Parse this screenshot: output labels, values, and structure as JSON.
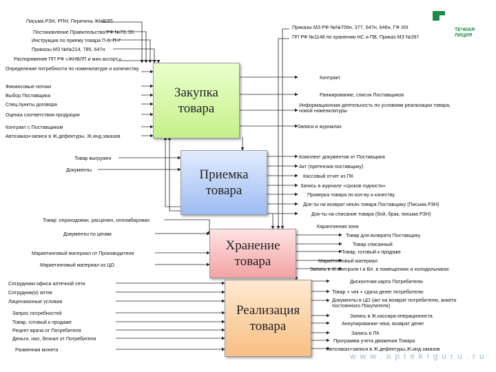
{
  "boxes": {
    "purchase": "Закупка\nтовара",
    "receiving": "Приемка\nтовара",
    "storage": "Хранение\nтовара",
    "sales": "Реализация\nтовара"
  },
  "top_left": [
    "Письма РЗН, РПН; Перечень ЖНВЛП",
    "Постановление Правительства РФ №73, 55",
    "Инструкция по приему товара П-6, П-7",
    "Приказы МЗ №№214, 785, 647н",
    "Распоряжение ПП РФ «ЖНВЛП и мин.ассорт.»"
  ],
  "top_right": [
    "Приказы МЗ РФ №№706н, 377, 647н, 646н, ГФ XIII",
    "ПП РФ №1148 по хранению НС и ПВ, Приказ МЗ №397"
  ],
  "left_purchase": [
    "Определение потребности по номенклатуре и количеству",
    "Финансовые потоки",
    "Выбор Поставщика",
    "Спец.пункты договора",
    "Оценка соответствия продукции",
    "Контракт с Поставщиком",
    "Автозаказ+записи в Ж.дефектуры, Ж.инд.заказов"
  ],
  "left_receiving": [
    "Товар выгружен",
    "Документы"
  ],
  "left_storage": [
    "Товар: оприходован, расценен, опломбирован",
    "Документы по ценам",
    "Маркетинговый материал от Производителя",
    "Маркетинговый материал из ЦО"
  ],
  "left_sales": [
    "Сотрудники офиса аптечной сети",
    "Сотрудник(и) аптек",
    "Лицензионные условия",
    "Запрос потребностей",
    "Товар, готовый к продаже",
    "Рецепт врача от Потребителя",
    "Деньги, нал, безнал от Потребителя",
    "Разменная монета"
  ],
  "right_purchase": [
    "Контракт",
    "Ранжирование, список Поставщиков",
    "Информационная деятельность по условиям реализации товара, новой номенклатуры",
    "Записи в журналах"
  ],
  "right_receiving": [
    "Комплект документов от Поставщика",
    "Акт (претензия поставщику)",
    "Кассовый отчет из ПК",
    "Запись в журнале «сроков годности»",
    "Проверка товара по кол-ву и качеству",
    "Док-ты на возврат некач.товара Поставщику (Письма РЗН)",
    "Док-ты на списание товара (бой, брак, письма РЗН)"
  ],
  "right_storage": [
    "Карантинная зона",
    "Товар для возврата Поставщику",
    "Товар списанный",
    "Товар, готовый к продаже",
    "Маркетинговый материал",
    "Запись в Ж.контроля t и Вл. в помещениях и холодильниках"
  ],
  "right_sales": [
    "Дисконтная карта Потребителю",
    "Товар + чек + сдача денег потребителю",
    "Документы в ЦО (акт на возврат потребителю, анкета постоянного Покупателя)",
    "Запись в Ж.кассира-операциониста",
    "Аннулирование чека, возврат денег",
    "Запись в ПК",
    "Программа учета движения Товара",
    "Автозаказ+записи в Ж.дефектуры,Ж.инд.заказов"
  ],
  "logo": {
    "text": "ТЕЧНАЯ\nЛИЦИЯ"
  },
  "site": "www.aptekiguru.ru"
}
